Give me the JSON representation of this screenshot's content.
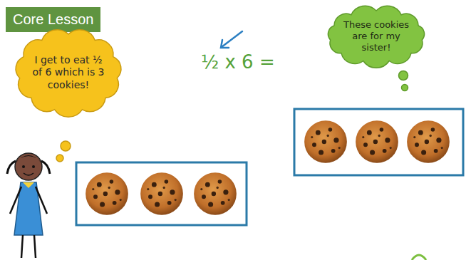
{
  "diagram": {
    "nodes": [
      {
        "text": [
          "Core Lesson"
        ]
      },
      {
        "text": [
          "I get to eat ½ of 6 which is 3 cookies!"
        ]
      },
      {
        "text": [
          "These cookies are for my sister!"
        ]
      }
    ],
    "labels": [
      "½ x 6 ="
    ]
  }
}
